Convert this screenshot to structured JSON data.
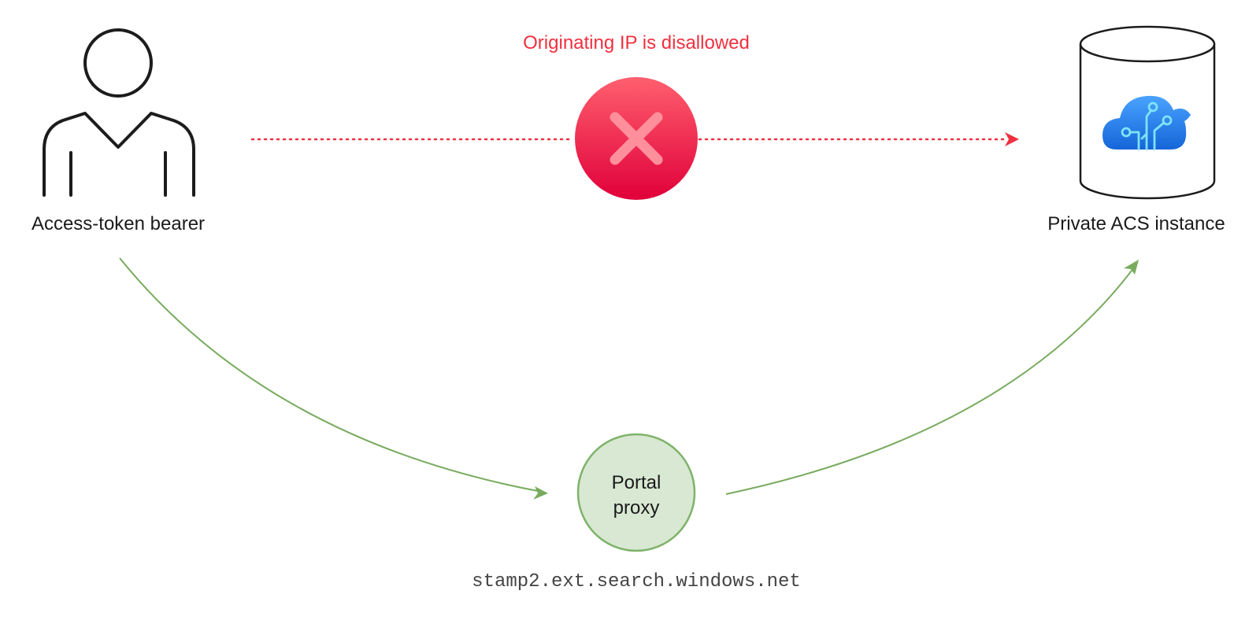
{
  "nodes": {
    "user": {
      "label": "Access-token bearer",
      "icon": "person-icon"
    },
    "acs": {
      "label": "Private ACS instance",
      "icon": "database-cylinder-icon",
      "inner_icon": "cloud-circuit-icon"
    },
    "proxy": {
      "label_line1": "Portal",
      "label_line2": "proxy",
      "hostname": "stamp2.ext.search.windows.net"
    }
  },
  "blocked": {
    "label": "Originating IP is disallowed",
    "icon": "error-x-icon"
  },
  "colors": {
    "error": "#f0303f",
    "error_dark": "#e0003a",
    "allowed": "#78ab5e",
    "proxy_fill": "#d8e8d2",
    "proxy_stroke": "#7fb36a",
    "cloud": "#1e88e5",
    "circuit": "#7fe3f5",
    "stroke": "#1c1c1c"
  }
}
